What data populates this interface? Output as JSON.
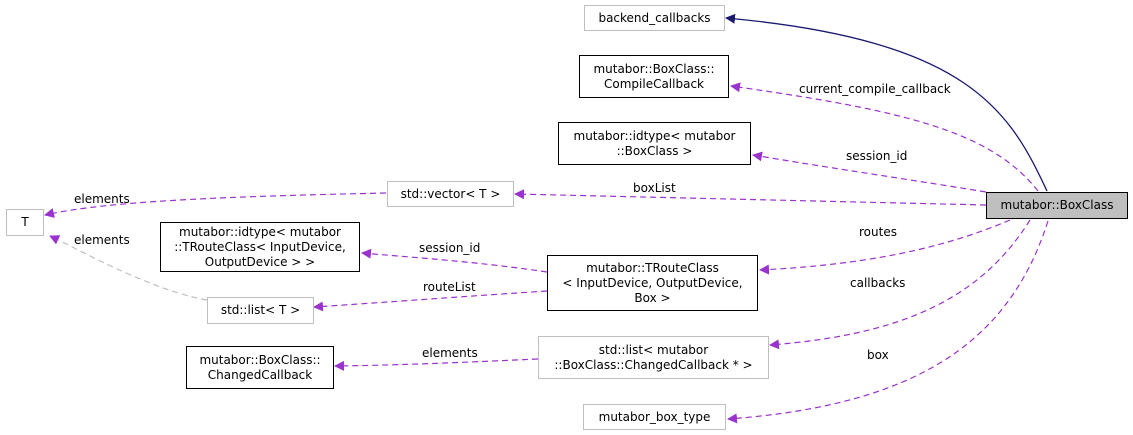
{
  "nodes": {
    "backend_callbacks": "backend_callbacks",
    "compile_callback_l1": "mutabor::BoxClass::",
    "compile_callback_l2": "CompileCallback",
    "idtype_box_l1": "mutabor::idtype< mutabor",
    "idtype_box_l2": "::BoxClass >",
    "vector_t": "std::vector< T >",
    "boxclass": "mutabor::BoxClass",
    "t": "T",
    "idtype_route_l1": "mutabor::idtype< mutabor",
    "idtype_route_l2": "::TRouteClass< InputDevice,",
    "idtype_route_l3": "OutputDevice > >",
    "troute_l1": "mutabor::TRouteClass",
    "troute_l2": "< InputDevice, OutputDevice,",
    "troute_l3": "Box >",
    "list_t": "std::list< T >",
    "changed_cb_l1": "mutabor::BoxClass::",
    "changed_cb_l2": "ChangedCallback",
    "list_changed_l1": "std::list< mutabor",
    "list_changed_l2": "::BoxClass::ChangedCallback * >",
    "box_type": "mutabor_box_type"
  },
  "edge_labels": {
    "current_compile_callback": "current_compile_callback",
    "session_id_box": "session_id",
    "boxList": "boxList",
    "elements_vector": "elements",
    "elements_list": "elements",
    "routes": "routes",
    "session_id_route": "session_id",
    "routeList": "routeList",
    "callbacks": "callbacks",
    "elements_changed": "elements",
    "box": "box"
  },
  "colors": {
    "inheritance": "#191970",
    "usage": "#9a32cd",
    "grey_border": "#bfbfbf",
    "focus_fill": "#bfbfbf"
  }
}
